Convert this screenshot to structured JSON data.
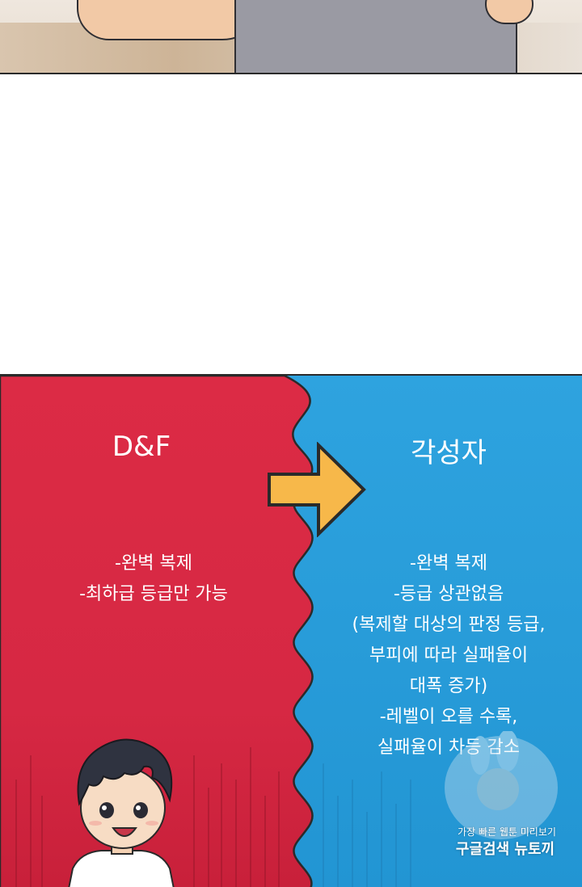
{
  "left": {
    "title": "D&F",
    "lines": [
      "-완벽 복제",
      "-최하급 등급만 가능"
    ],
    "color": "#d92a45"
  },
  "right": {
    "title": "각성자",
    "lines": [
      "-완벽 복제",
      "-등급 상관없음",
      "(복제할 대상의 판정 등급,",
      "부피에 따라 실패율이",
      "대폭 증가)",
      "-레벨이 오를 수록,",
      "실패율이 차등 감소"
    ],
    "color": "#2a9fdb"
  },
  "arrow": {
    "icon": "right-arrow-icon",
    "color": "#f7b84a"
  },
  "watermark": {
    "line1": "가장 빠른 웹툰 미리보기",
    "line2": "구글검색 뉴토끼"
  }
}
